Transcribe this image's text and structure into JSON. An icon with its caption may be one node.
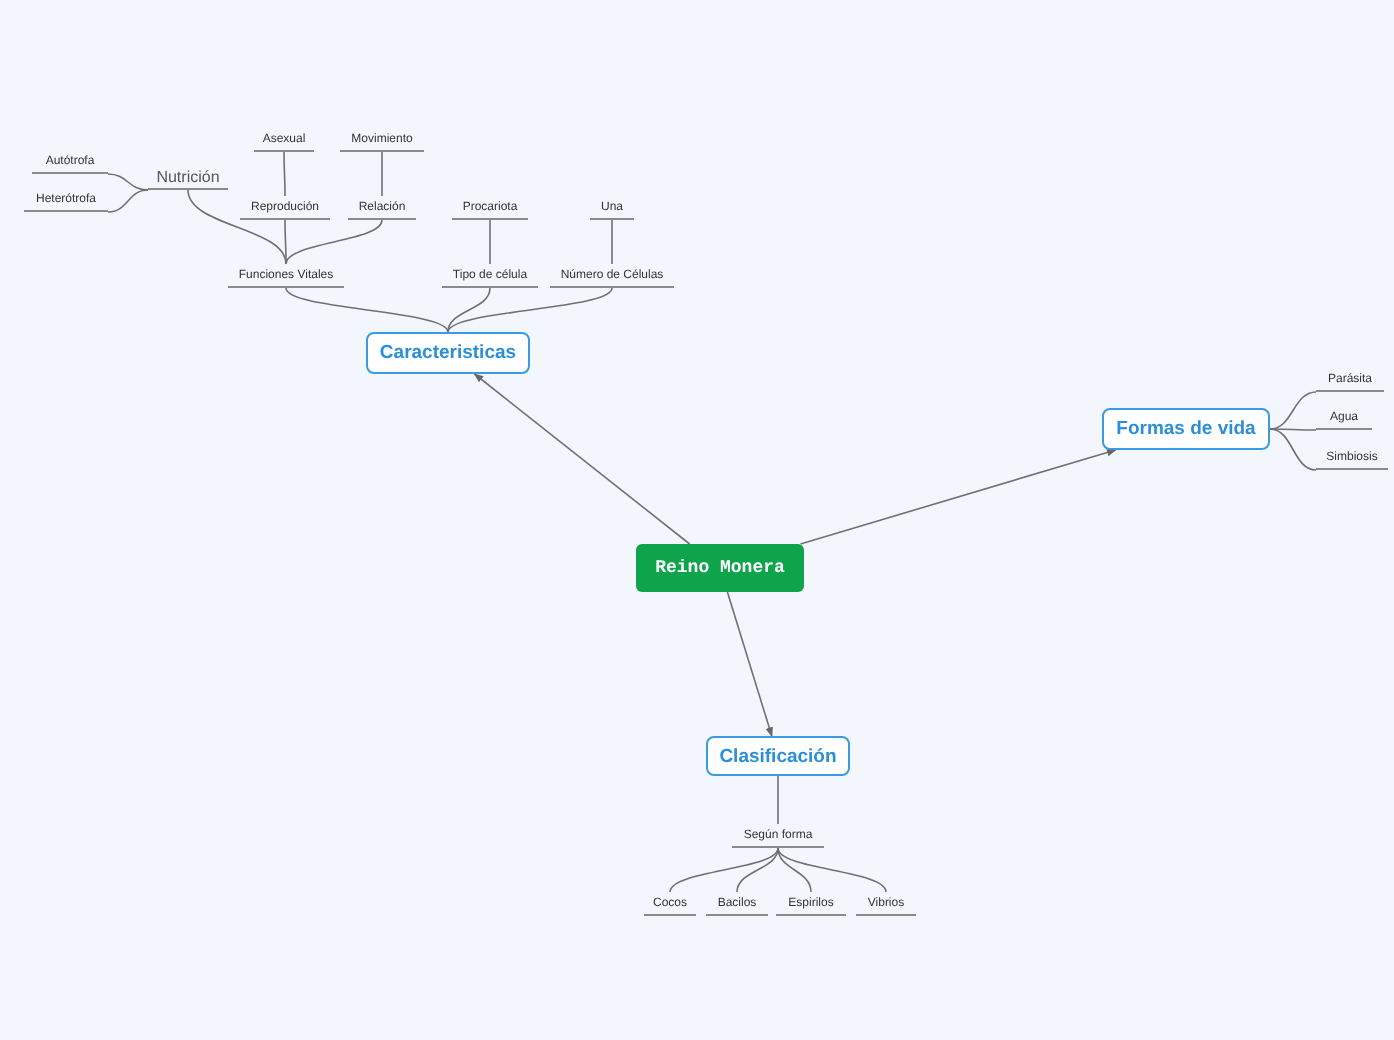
{
  "diagram": {
    "nodes": [
      {
        "text": [
          "Reino Monera"
        ]
      },
      {
        "text": [
          "Caracteristicas"
        ]
      },
      {
        "text": [
          "Funciones Vitales"
        ]
      },
      {
        "text": [
          "Nutrición"
        ]
      },
      {
        "text": [
          "Autótrofa"
        ]
      },
      {
        "text": [
          "Heterótrofa"
        ]
      },
      {
        "text": [
          "Reprodución"
        ]
      },
      {
        "text": [
          "Asexual"
        ]
      },
      {
        "text": [
          "Relación"
        ]
      },
      {
        "text": [
          "Movimiento"
        ]
      },
      {
        "text": [
          "Tipo de célula"
        ]
      },
      {
        "text": [
          "Procariota"
        ]
      },
      {
        "text": [
          "Número de Células"
        ]
      },
      {
        "text": [
          "Una"
        ]
      },
      {
        "text": [
          "Formas de vida"
        ]
      },
      {
        "text": [
          "Parásita"
        ]
      },
      {
        "text": [
          "Agua"
        ]
      },
      {
        "text": [
          "Simbiosis"
        ]
      },
      {
        "text": [
          "Clasificación"
        ]
      },
      {
        "text": [
          "Según forma"
        ]
      },
      {
        "text": [
          "Cocos"
        ]
      },
      {
        "text": [
          "Bacilos"
        ]
      },
      {
        "text": [
          "Espirilos"
        ]
      },
      {
        "text": [
          "Vibrios"
        ]
      }
    ],
    "edges": [
      {
        "from": 0,
        "to": 1,
        "arrow": "to"
      },
      {
        "from": 0,
        "to": 14,
        "arrow": "to"
      },
      {
        "from": 0,
        "to": 18,
        "arrow": "to"
      },
      {
        "from": 1,
        "to": 2,
        "arrow": "none"
      },
      {
        "from": 1,
        "to": 10,
        "arrow": "none"
      },
      {
        "from": 1,
        "to": 12,
        "arrow": "none"
      },
      {
        "from": 2,
        "to": 3,
        "arrow": "none"
      },
      {
        "from": 2,
        "to": 6,
        "arrow": "none"
      },
      {
        "from": 2,
        "to": 8,
        "arrow": "none"
      },
      {
        "from": 3,
        "to": 4,
        "arrow": "none"
      },
      {
        "from": 3,
        "to": 5,
        "arrow": "none"
      },
      {
        "from": 6,
        "to": 7,
        "arrow": "none"
      },
      {
        "from": 8,
        "to": 9,
        "arrow": "none"
      },
      {
        "from": 10,
        "to": 11,
        "arrow": "none"
      },
      {
        "from": 12,
        "to": 13,
        "arrow": "none"
      },
      {
        "from": 14,
        "to": 15,
        "arrow": "none"
      },
      {
        "from": 14,
        "to": 16,
        "arrow": "none"
      },
      {
        "from": 14,
        "to": 17,
        "arrow": "none"
      },
      {
        "from": 18,
        "to": 19,
        "arrow": "none"
      },
      {
        "from": 19,
        "to": 20,
        "arrow": "none"
      },
      {
        "from": 19,
        "to": 21,
        "arrow": "none"
      },
      {
        "from": 19,
        "to": 22,
        "arrow": "none"
      },
      {
        "from": 19,
        "to": 23,
        "arrow": "none"
      }
    ]
  }
}
